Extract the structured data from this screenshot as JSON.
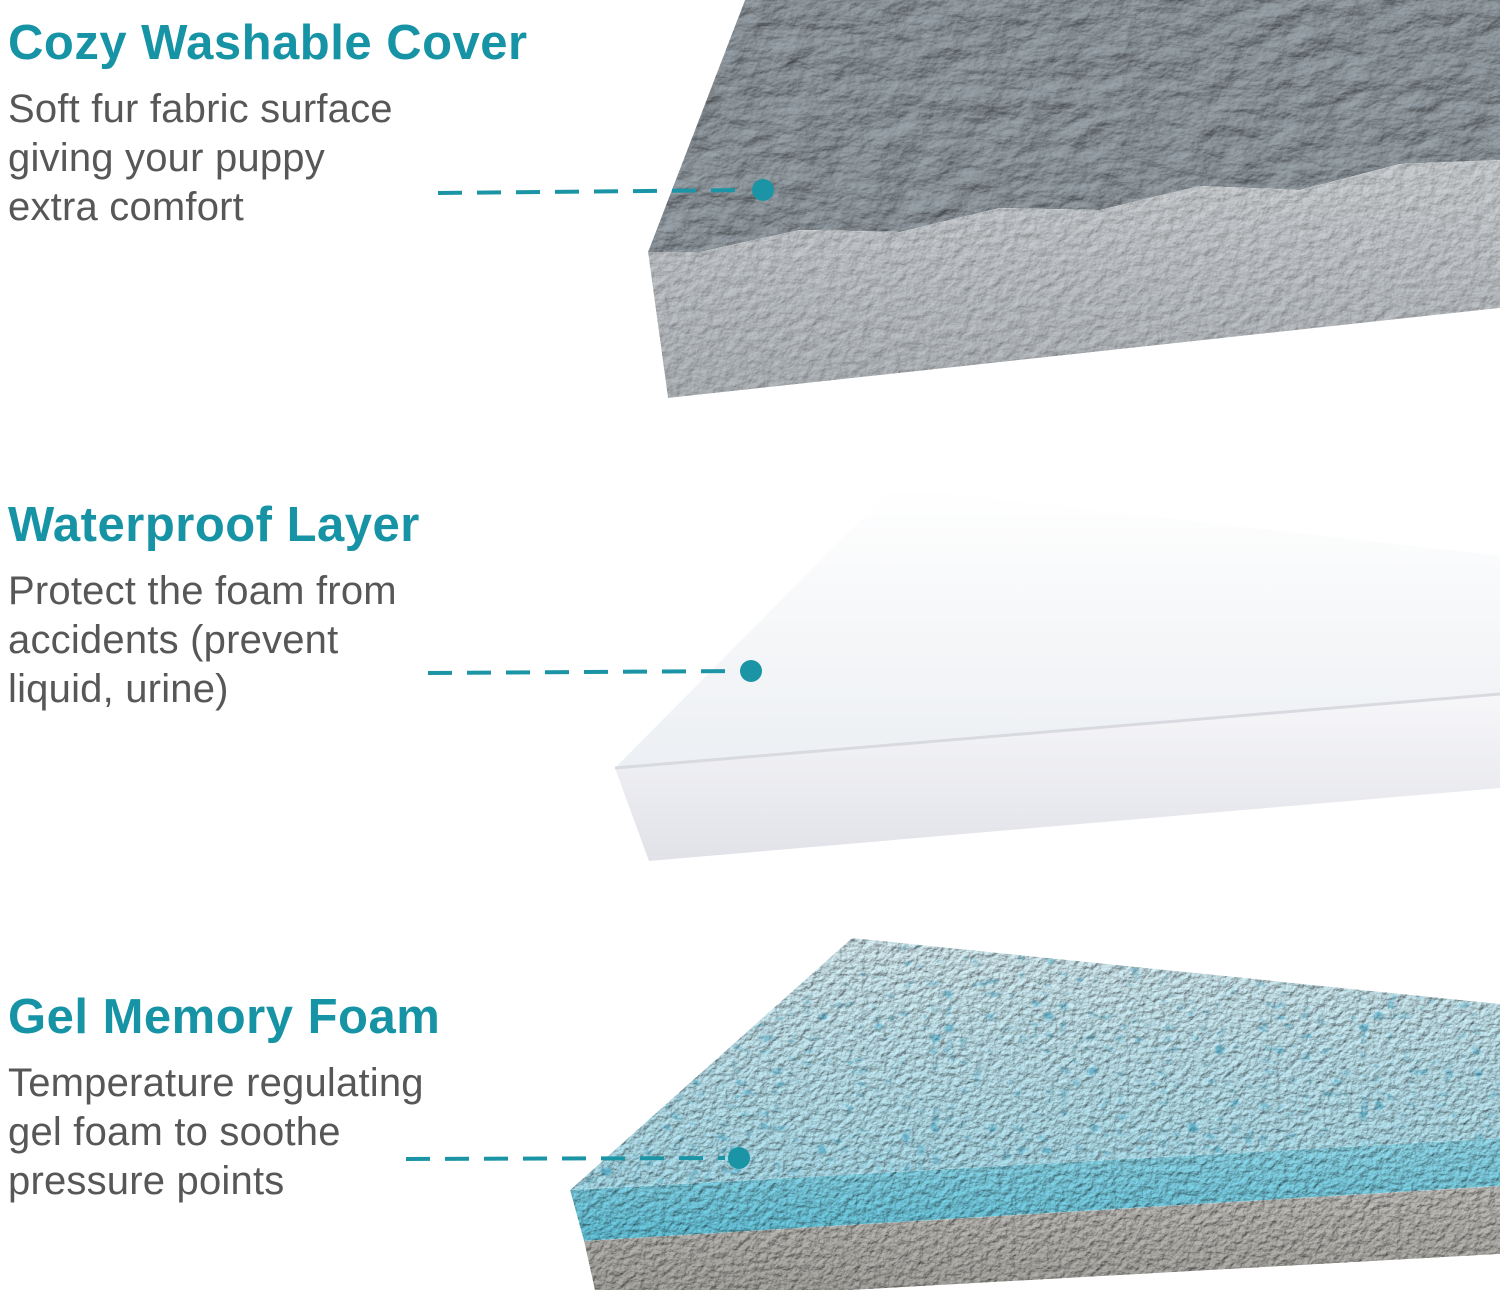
{
  "palette": {
    "accent_teal": "#1693a4",
    "body_text": "#575757",
    "leader_line_teal": "#1b95a6",
    "fur_gray": "#7b848b",
    "bed_base_gray": "#a9aeb3",
    "waterproof_white": "#f4f4f7",
    "gel_blue": "#a9e2f2",
    "gel_band_blue": "#55c1dc",
    "foam_gray": "#908e8a",
    "background": "#ffffff"
  },
  "sections": [
    {
      "heading": "Cozy Washable Cover",
      "lines": [
        "Soft fur fabric surface",
        "giving your puppy",
        "extra comfort"
      ]
    },
    {
      "heading": "Waterproof Layer",
      "lines": [
        "Protect the foam from",
        "accidents (prevent",
        "liquid, urine)"
      ]
    },
    {
      "heading": "Gel Memory Foam",
      "lines": [
        "Temperature regulating",
        "gel foam to soothe",
        "pressure points"
      ]
    }
  ]
}
